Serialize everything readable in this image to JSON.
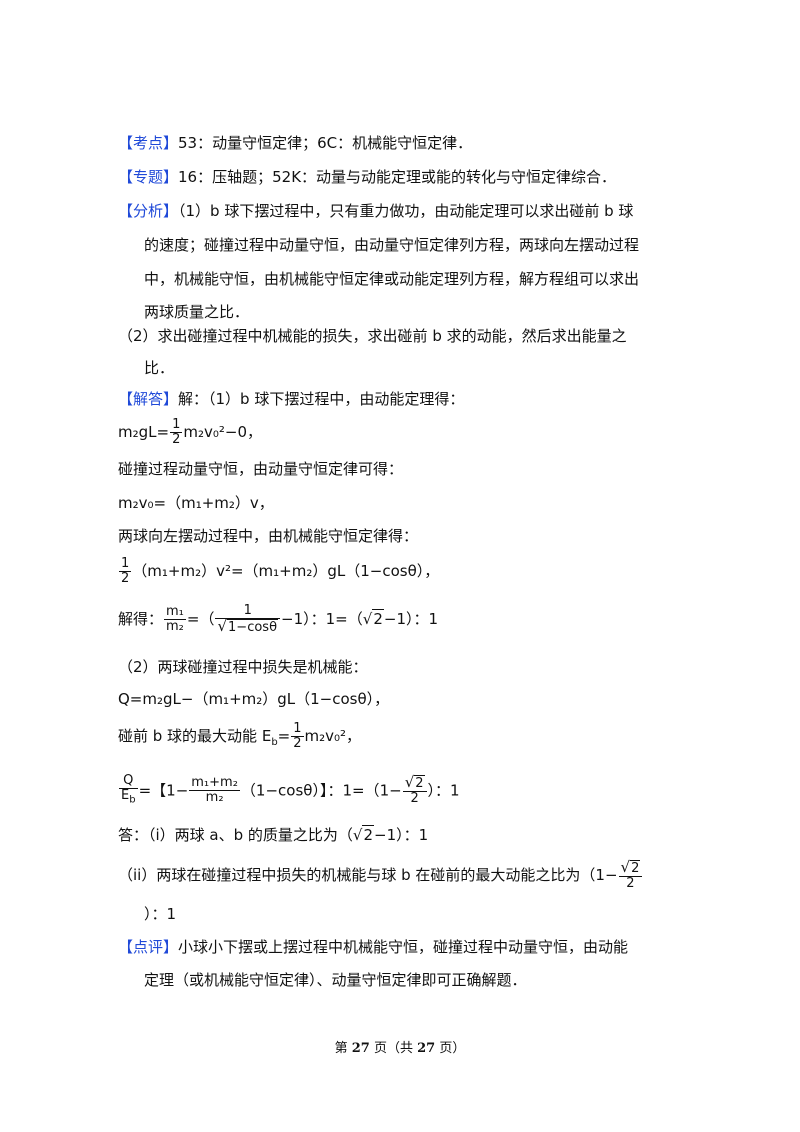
{
  "kaodian": {
    "tag": "【考点】",
    "text": "53：动量守恒定律；6C：机械能守恒定律．"
  },
  "zhuanti": {
    "tag": "【专题】",
    "text": "16：压轴题；52K：动量与动能定理或能的转化与守恒定律综合．"
  },
  "fenxi": {
    "tag": "【分析】",
    "l1": "（1）b 球下摆过程中，只有重力做功，由动能定理可以求出碰前 b 球",
    "l2": "的速度；碰撞过程中动量守恒，由动量守恒定律列方程，两球向左摆动过程",
    "l3": "中，机械能守恒，由机械能守恒定律或动能定理列方程，解方程组可以求出",
    "l4": "两球质量之比．",
    "l5": "（2）求出碰撞过程中机械能的损失，求出碰前 b 求的动能，然后求出能量之",
    "l6": "比．"
  },
  "jieda": {
    "tag": "【解答】",
    "intro": "解：（1）b 球下摆过程中，由动能定理得：",
    "eq1": {
      "lhs": "m₂gL=",
      "num": "1",
      "den": "2",
      "rhs": "m₂v₀²−0，"
    },
    "t2": "碰撞过程动量守恒，由动量守恒定律可得：",
    "eq2": "m₂v₀=（m₁+m₂）v，",
    "t3": "两球向左摆动过程中，由机械能守恒定律得：",
    "eq3": {
      "num": "1",
      "den": "2",
      "rhs": "（m₁+m₂）v²=（m₁+m₂）gL（1−cosθ），"
    },
    "eq4": {
      "pre": "解得：",
      "num": "m₁",
      "den": "m₂",
      "mid1": "=（",
      "inum": "1",
      "iden": "1−cosθ",
      "mid2": "−1）：1=（",
      "rad": "2",
      "end": "−1）：1"
    },
    "p2": "（2）两球碰撞过程中损失是机械能：",
    "eq5": "Q=m₂gL−（m₁+m₂）gL（1−cosθ），",
    "eq6": {
      "pre": "碰前 b 球的最大动能 E",
      "sub": "b",
      "mid": "=",
      "num": "1",
      "den": "2",
      "end": "m₂v₀²，"
    },
    "eq7": {
      "num": "Q",
      "den": "E",
      "densub": "b",
      "a": "=【1−",
      "inum": "m₁+m₂",
      "iden": "m₂",
      "b": "（1−cosθ）】：1=（1−",
      "rnum": "2",
      "rden": "2",
      "c": "）：1"
    }
  },
  "answer": {
    "l1a": "答：（i）两球 a、b 的质量之比为（",
    "l1rad": "2",
    "l1b": "−1）：1",
    "l2a": "（ii）两球在碰撞过程中损失的机械能与球 b 在碰前的最大动能之比为（1−",
    "l2num": "2",
    "l2den": "2",
    "l3": "）：1"
  },
  "dianping": {
    "tag": "【点评】",
    "l1": "小球小下摆或上摆过程中机械能守恒，碰撞过程中动量守恒，由动能",
    "l2": "定理（或机械能守恒定律）、动量守恒定律即可正确解题．"
  },
  "footer": {
    "a": "第 ",
    "b": "27",
    "c": " 页（共 ",
    "d": "27",
    "e": " 页）"
  }
}
